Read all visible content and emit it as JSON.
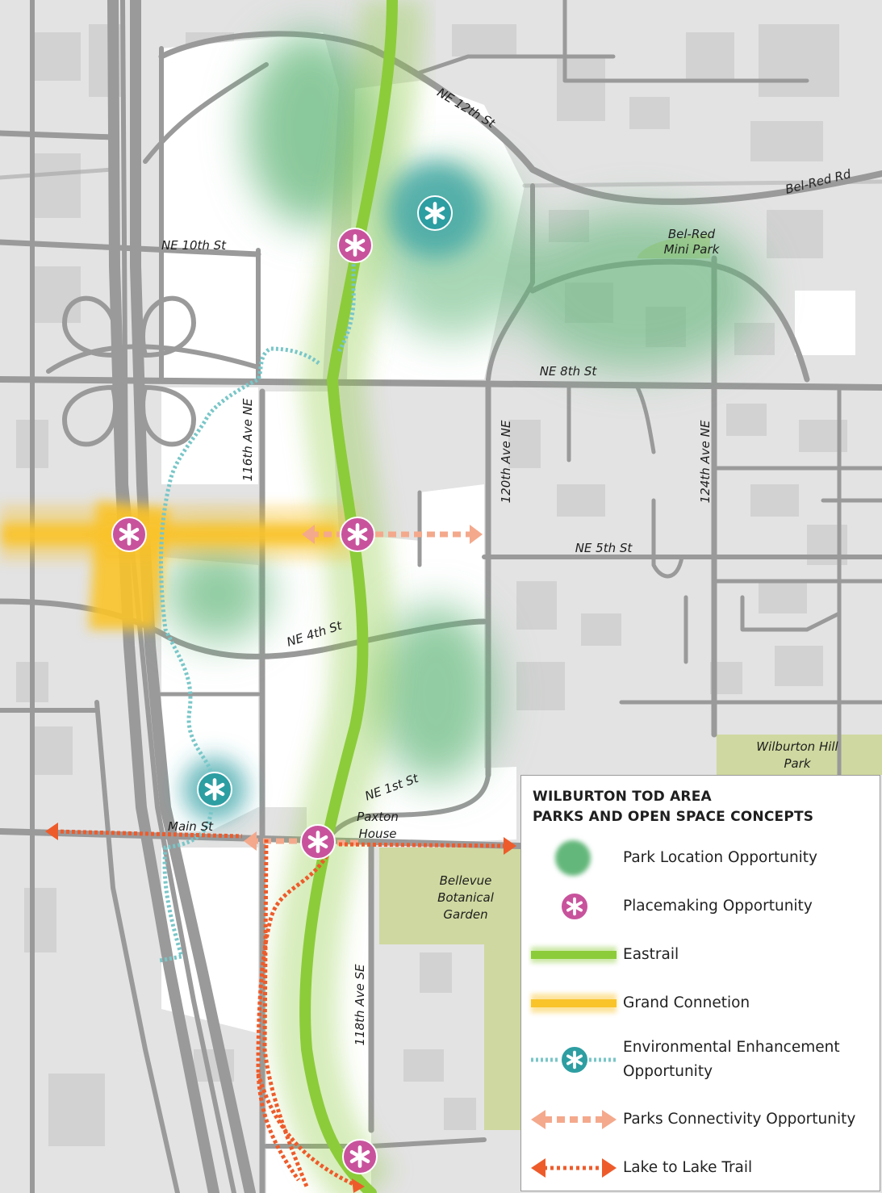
{
  "colors": {
    "background": "#e3e3e3",
    "block": "#d2d2d2",
    "road": "#9a9a9a",
    "white_area": "#ffffff",
    "park_green": "#cfd8a0",
    "park_opportunity": "#63b77a",
    "placemaking": "#c8539c",
    "eastrail": "#8ccc3a",
    "grand_connection": "#f9c32a",
    "environmental": "#2d9ea2",
    "environmental_dots": "#79c6c8",
    "parks_connectivity": "#f4a98c",
    "lake_to_lake": "#ee5b2b"
  },
  "street_labels": {
    "ne_12th": "NE 12th St",
    "bel_red_rd": "Bel-Red Rd",
    "bel_red_mini_park": "Bel-Red\nMini Park",
    "ne_10th": "NE 10th St",
    "ne_8th": "NE 8th St",
    "ave_116th": "116th Ave NE",
    "ave_120th": "120th Ave NE",
    "ave_124th": "124th Ave NE",
    "ne_5th": "NE 5th St",
    "ne_4th": "NE 4th St",
    "wilburton_hill_park": "Wilburton Hill\nPark",
    "ne_1st": "NE 1st St",
    "paxton_house": "Paxton\nHouse",
    "main_st": "Main St",
    "bellevue_botanical_garden": "Bellevue\nBotanical\nGarden",
    "ave_118th_se": "118th Ave SE"
  },
  "legend": {
    "title": "WILBURTON TOD AREA\nPARKS AND OPEN SPACE CONCEPTS",
    "items": [
      {
        "key": "park",
        "label": "Park Location Opportunity"
      },
      {
        "key": "placemaking",
        "label": "Placemaking Opportunity"
      },
      {
        "key": "eastrail",
        "label": "Eastrail"
      },
      {
        "key": "grand",
        "label": "Grand Connetion"
      },
      {
        "key": "environmental",
        "label": "Environmental Enhancement\nOpportunity"
      },
      {
        "key": "connectivity",
        "label": "Parks Connectivity Opportunity"
      },
      {
        "key": "lake",
        "label": "Lake to Lake Trail"
      }
    ]
  },
  "icons": {
    "placemaking": "asterisk-circle-icon",
    "environmental": "asterisk-circle-icon",
    "arrow": "arrowhead-icon"
  }
}
